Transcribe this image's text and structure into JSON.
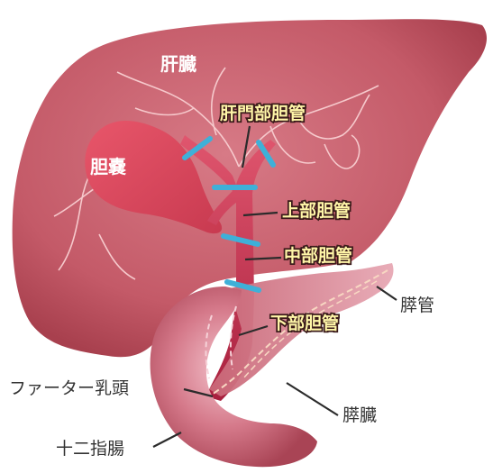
{
  "labels": {
    "liver": "肝臓",
    "gallbladder": "胆嚢",
    "hilar_bile_duct": "肝門部胆管",
    "upper_bile_duct": "上部胆管",
    "middle_bile_duct": "中部胆管",
    "lower_bile_duct": "下部胆管",
    "pancreatic_duct": "膵管",
    "papilla_of_vater": "ファーター乳頭",
    "pancreas": "膵臓",
    "duodenum": "十二指腸"
  },
  "colors": {
    "liver": "#c9606e",
    "gallbladder": "#e04c5c",
    "bile_duct": "#d8405a",
    "duct_divider": "#3fb0d8",
    "label_highlight": "#fff6a8"
  }
}
